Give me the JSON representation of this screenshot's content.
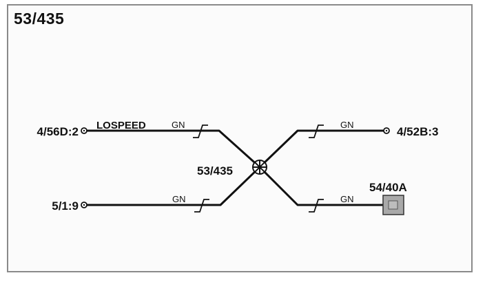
{
  "title": "53/435",
  "splice": {
    "label": "53/435"
  },
  "connectors": {
    "left_top": "4/56D:2",
    "left_bottom": "5/1:9",
    "right_top": "4/52B:3",
    "right_bottom": "54/40A"
  },
  "wires": {
    "left_top": {
      "circuit": "LOSPEED",
      "color": "GN"
    },
    "left_bottom": {
      "color": "GN"
    },
    "right_top": {
      "color": "GN"
    },
    "right_bottom": {
      "color": "GN"
    }
  },
  "colors": {
    "wire": "#111111",
    "ground_block": "#a9a9a9"
  }
}
